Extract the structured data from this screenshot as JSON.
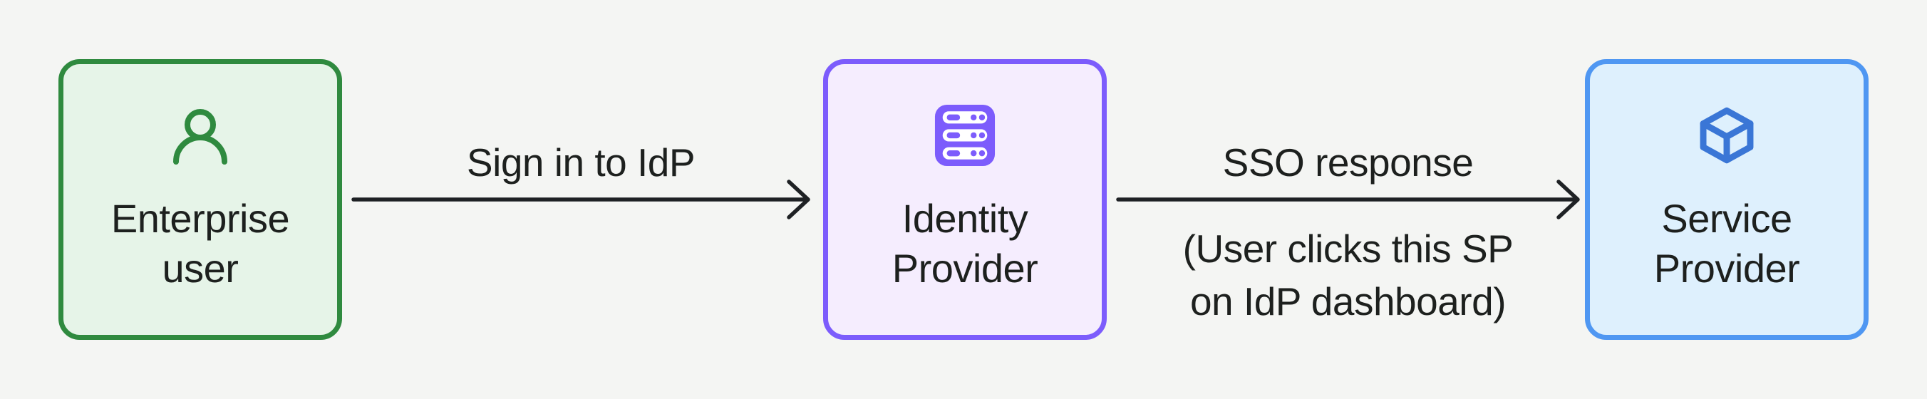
{
  "diagram": {
    "background": "#f4f5f3",
    "text_color": "#1d201e",
    "arrow_color": "#1e2124",
    "nodes": [
      {
        "id": "enterprise-user",
        "label_lines": [
          "Enterprise",
          "user"
        ],
        "icon": "user-icon",
        "border_color": "#2f8a3f",
        "fill_color": "#e6f4e8",
        "icon_color": "#2f8a3f"
      },
      {
        "id": "identity-provider",
        "label_lines": [
          "Identity",
          "Provider"
        ],
        "icon": "server-icon",
        "border_color": "#7c5cfc",
        "fill_color": "#f5edfe",
        "icon_color": "#7c5cfc"
      },
      {
        "id": "service-provider",
        "label_lines": [
          "Service",
          "Provider"
        ],
        "icon": "cube-icon",
        "border_color": "#4f97f2",
        "fill_color": "#def0fd",
        "icon_color": "#3a76d6"
      }
    ],
    "edges": [
      {
        "label": "Sign in to IdP",
        "sublabel_lines": []
      },
      {
        "label": "SSO response",
        "sublabel_lines": [
          "(User clicks this SP",
          "on IdP dashboard)"
        ]
      }
    ]
  }
}
